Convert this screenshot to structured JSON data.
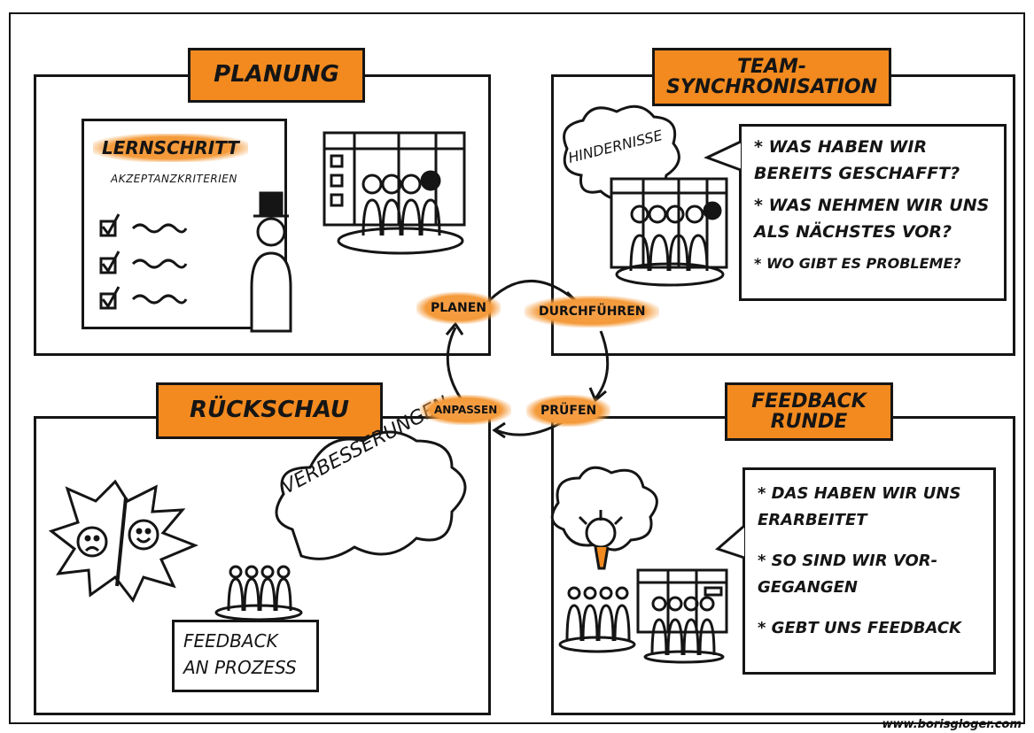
{
  "sections": {
    "planning": {
      "title": "PLANUNG",
      "note_title": "LERNSCHRITT",
      "note_subtitle": "AKZEPTANZKRITERIEN"
    },
    "team_sync": {
      "title_line1": "TEAM-",
      "title_line2": "SYNCHRONISATION",
      "cloud": "HINDERNISSE",
      "bullets": [
        "* WAS HABEN WIR BEREITS GESCHAFFT?",
        "* WAS NEHMEN WIR UNS ALS NÄCHSTES VOR?",
        "* WO GIBT ES PROBLEME?"
      ]
    },
    "retro": {
      "title": "RÜCKSCHAU",
      "cloud": "VERBESSERUNGEN",
      "board": "FEEDBACK AN PROZESS"
    },
    "feedback": {
      "title_line1": "FEEDBACK",
      "title_line2": "RUNDE",
      "bullets": [
        "* DAS HABEN WIR UNS ERARBEITET",
        "* SO SIND WIR VOR-GEGANGEN",
        "* GEBT UNS FEEDBACK"
      ]
    }
  },
  "cycle": {
    "steps": [
      "PLANEN",
      "DURCHFÜHREN",
      "PRÜFEN",
      "ANPASSEN"
    ]
  },
  "footer": {
    "url": "www.borisgloger.com"
  },
  "colors": {
    "accent": "#f28a1f",
    "ink": "#151515"
  }
}
